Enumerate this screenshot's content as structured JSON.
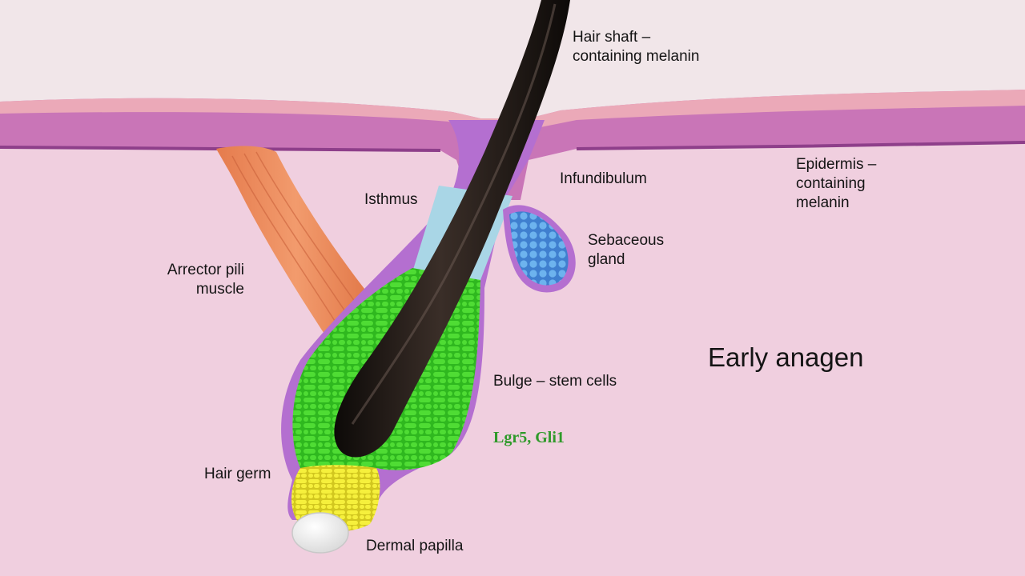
{
  "title": "Early anagen",
  "labels": {
    "hair_shaft": [
      "Hair shaft –",
      "containing melanin"
    ],
    "infundibulum": "Infundibulum",
    "epidermis": [
      "Epidermis –",
      "containing",
      "melanin"
    ],
    "isthmus": "Isthmus",
    "sebaceous_gland": [
      "Sebaceous",
      "gland"
    ],
    "arrector_pili": [
      "Arrector pili",
      "muscle"
    ],
    "bulge": "Bulge – stem cells",
    "markers": "Lgr5, Gli1",
    "hair_germ": "Hair germ",
    "dermal_papilla": "Dermal papilla"
  },
  "colors": {
    "background_top": "#f1e6e9",
    "dermis": "#f0cfdf",
    "epidermis": "#c975b7",
    "epidermis_top": "#eba9b8",
    "follicle_sheath": "#b46fd0",
    "bulge_stem_cells": "#45d42d",
    "isthmus": "#a9d6e6",
    "sebaceous_gland": "#5aa4e2",
    "hair_germ": "#f2ee3a",
    "dermal_papilla": "#f7f7f7",
    "hair_shaft": "#1b1410",
    "arrector_pili": "#e9895c",
    "marker_text": "#2f9a2a"
  }
}
